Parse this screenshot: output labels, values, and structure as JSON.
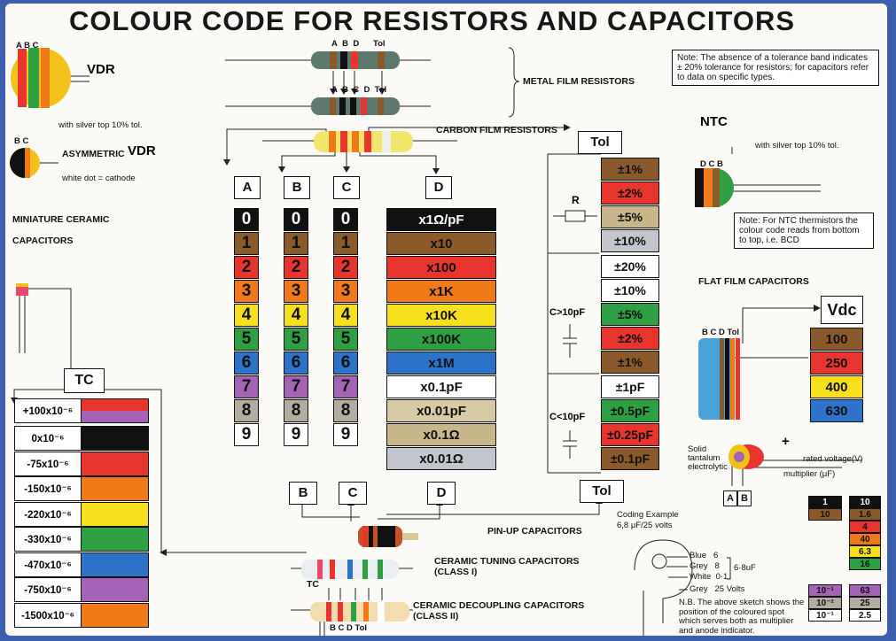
{
  "title": "COLOUR CODE FOR RESISTORS AND CAPACITORS",
  "vdr": {
    "letters": "A B C",
    "label": "VDR",
    "note": "with silver top 10% tol."
  },
  "asym_vdr": {
    "letters": "B C",
    "prefix": "ASYMMETRIC",
    "label": "VDR",
    "note": "white dot = cathode"
  },
  "mini_ceramic": {
    "line1": "MINIATURE CERAMIC",
    "line2": "CAPACITORS"
  },
  "metal_film": {
    "top_letters": [
      "A",
      "B",
      "D",
      "Tol"
    ],
    "bottom_letters": [
      "A",
      "B",
      "C",
      "D",
      "Tol"
    ],
    "label": "METAL FILM RESISTORS"
  },
  "carbon_film_label": "CARBON FILM RESISTORS",
  "note_tolerance": "Note: The absence of a tolerance band indicates ± 20% tolerance for resistors; for capacitors refer to data on specific types.",
  "ntc": {
    "label": "NTC",
    "note": "with silver top 10% tol.",
    "letters": "D C B",
    "box_note": "Note: For NTC thermistors the colour code reads from bottom to top, i.e. BCD"
  },
  "columns": {
    "a": "A",
    "b": "B",
    "c": "C",
    "d": "D",
    "tol": "Tol"
  },
  "digits": [
    "0",
    "1",
    "2",
    "3",
    "4",
    "5",
    "6",
    "7",
    "8",
    "9"
  ],
  "multipliers": [
    "x1Ω/pF",
    "x10",
    "x100",
    "x1K",
    "x10K",
    "x100K",
    "x1M",
    "x0.1pF",
    "x0.01pF",
    "x0.1Ω",
    "x0.01Ω"
  ],
  "tol_resistor": [
    "±1%",
    "±2%",
    "±5%",
    "±10%"
  ],
  "tol_cap_large": [
    "±20%",
    "±10%",
    "±5%",
    "±2%",
    "±1%"
  ],
  "tol_cap_small": [
    "±1pF",
    "±0.5pF",
    "±0.25pF",
    "±0.1pF"
  ],
  "tol_labels": {
    "r": "R",
    "cap_large": "C>10pF",
    "cap_small": "C<10pF"
  },
  "flat_film": {
    "label": "FLAT FILM CAPACITORS",
    "letters": "B C D Tol",
    "vdc": "Vdc",
    "values": [
      "100",
      "250",
      "400",
      "630"
    ]
  },
  "tantalum": {
    "label1": "Solid",
    "label2": "tantalum",
    "label3": "electrolytic",
    "plus": "+",
    "rated": "rated voltage(V)",
    "multiplier": "multiplier (μF)",
    "a": "A",
    "b": "B",
    "mult_col": [
      "1",
      "10",
      "10⁻¹",
      "10⁻²",
      "10⁻¹"
    ],
    "volt_col": [
      "10",
      "1.6",
      "4",
      "40",
      "6.3",
      "16",
      "63",
      "25",
      "2.5"
    ]
  },
  "tc_box": "TC",
  "tc_rows": [
    "+100x10⁻⁶",
    "0x10⁻⁶",
    "-75x10⁻⁶",
    "-150x10⁻⁶",
    "-220x10⁻⁶",
    "-330x10⁻⁶",
    "-470x10⁻⁶",
    "-750x10⁻⁶",
    "-1500x10⁻⁶"
  ],
  "bottom_boxes": {
    "b": "B",
    "c": "C",
    "d": "D",
    "tol": "Tol"
  },
  "pinup_label": "PIN-UP CAPACITORS",
  "ceramic_tuning": {
    "line1": "CERAMIC TUNING CAPACITORS",
    "line2": "(CLASS I)",
    "tc": "TC"
  },
  "ceramic_decoupling": {
    "line1": "CERAMIC DECOUPLING CAPACITORS",
    "line2": "(CLASS II)",
    "letters": "B C D Tol"
  },
  "coding_example": {
    "title": "Coding Example",
    "value": "6,8 μF/25 volts",
    "blue": "Blue",
    "blue_v": "6",
    "grey": "Grey",
    "grey_v": "8",
    "white": "White",
    "white_v": "0·1",
    "range": "6·8uF",
    "grey2": "Grey",
    "volts": "25 Volts",
    "nb": "N.B. The above sketch shows the position of the coloured spot which serves both as multiplier and anode indicator."
  },
  "colors": {
    "black": "#111111",
    "brown": "#8b5a2b",
    "red": "#e8352e",
    "orange": "#f07a1a",
    "yellow": "#f7e01c",
    "green": "#2ea043",
    "blue": "#2d73c9",
    "violet": "#a463b5",
    "grey": "#b3ada0",
    "white": "#ffffff",
    "silver": "#c2c6cc",
    "gold": "#c9b68a",
    "khaki": "#d7c9a3"
  }
}
